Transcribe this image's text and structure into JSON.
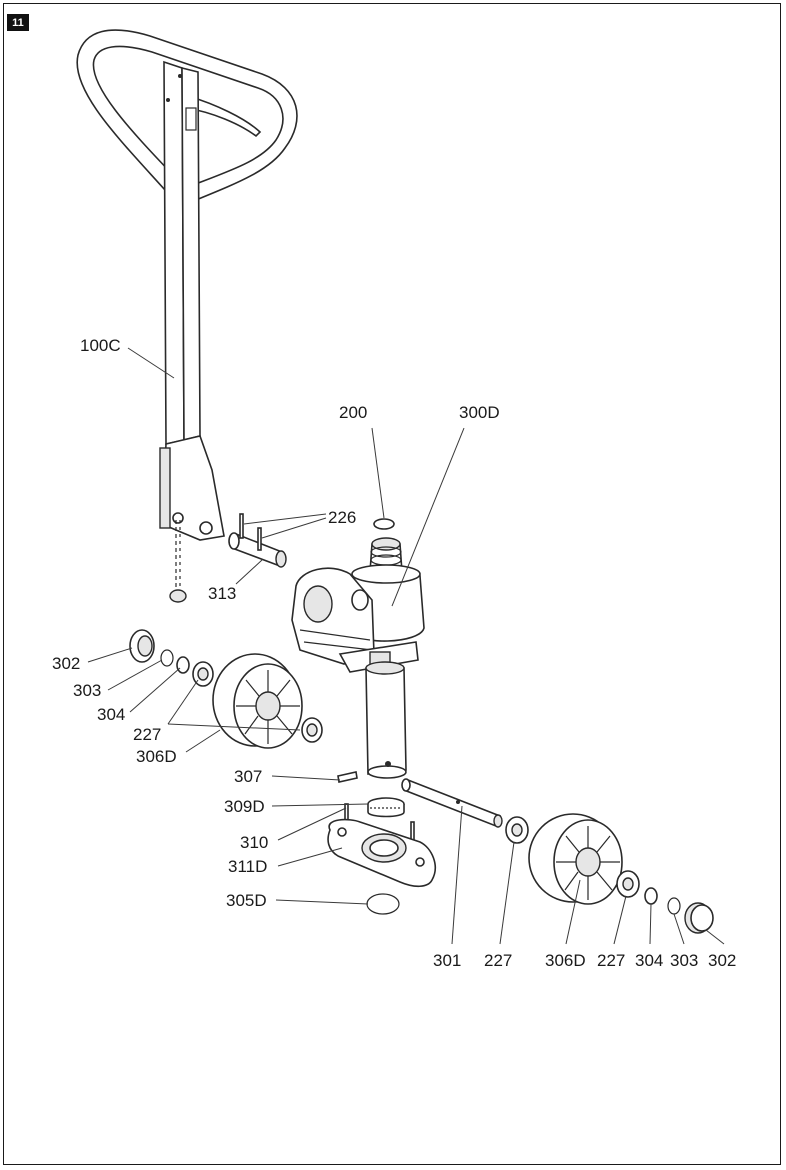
{
  "page": {
    "number": "11"
  },
  "parts": {
    "handle": "100C",
    "pump_unit_part": "200",
    "pump_body": "300D",
    "split_pin": "226",
    "axle_pin": "313",
    "wheel_axle": "301",
    "bearing_spacer": "227",
    "wheel": "306D",
    "hub_cap": "302",
    "circlip": "303",
    "washer": "304",
    "roll_pin": "307",
    "thrust_bearing": "309D",
    "pin": "310",
    "bottom_plate": "311D",
    "snap_ring": "305D"
  },
  "labels": [
    {
      "id": "lbl-100c",
      "text": "100C"
    },
    {
      "id": "lbl-200",
      "text": "200"
    },
    {
      "id": "lbl-300d",
      "text": "300D"
    },
    {
      "id": "lbl-226",
      "text": "226"
    },
    {
      "id": "lbl-313",
      "text": "313"
    },
    {
      "id": "lbl-302-left",
      "text": "302"
    },
    {
      "id": "lbl-303-left",
      "text": "303"
    },
    {
      "id": "lbl-304-left",
      "text": "304"
    },
    {
      "id": "lbl-227-left",
      "text": "227"
    },
    {
      "id": "lbl-306d-left",
      "text": "306D"
    },
    {
      "id": "lbl-307",
      "text": "307"
    },
    {
      "id": "lbl-309d",
      "text": "309D"
    },
    {
      "id": "lbl-310",
      "text": "310"
    },
    {
      "id": "lbl-311d",
      "text": "311D"
    },
    {
      "id": "lbl-305d",
      "text": "305D"
    },
    {
      "id": "lbl-301",
      "text": "301"
    },
    {
      "id": "lbl-227-b1",
      "text": "227"
    },
    {
      "id": "lbl-306d-right",
      "text": "306D"
    },
    {
      "id": "lbl-227-b2",
      "text": "227"
    },
    {
      "id": "lbl-304-right",
      "text": "304"
    },
    {
      "id": "lbl-303-right",
      "text": "303"
    },
    {
      "id": "lbl-302-right",
      "text": "302"
    }
  ]
}
